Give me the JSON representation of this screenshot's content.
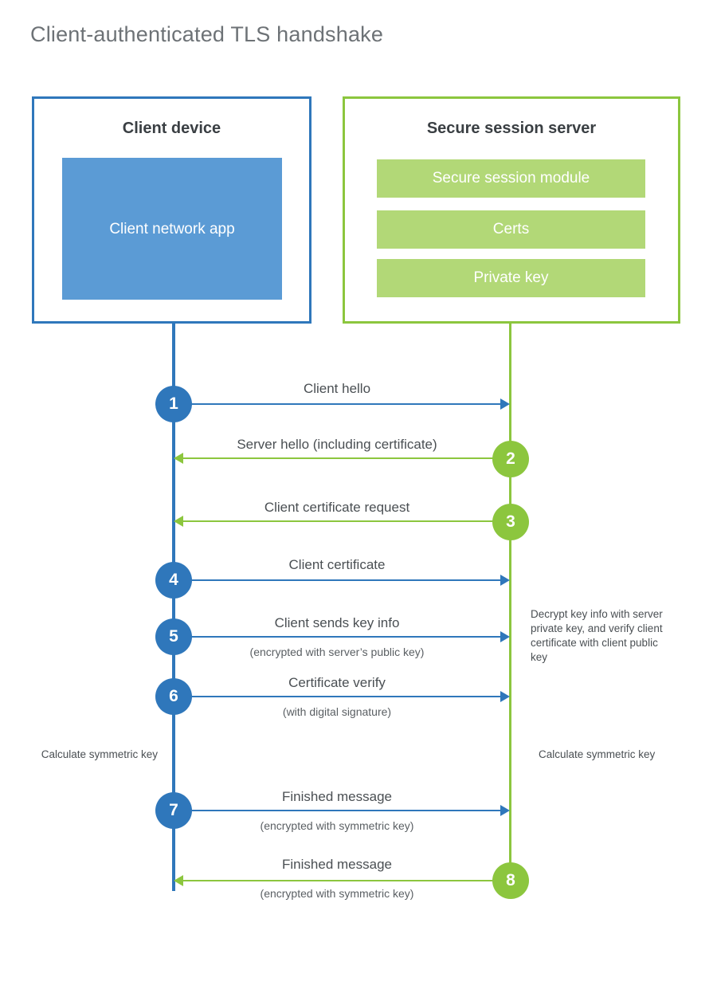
{
  "title": "Client-authenticated TLS handshake",
  "colors": {
    "client_blue": "#2f77bb",
    "client_app_fill": "#5b9bd5",
    "server_green": "#8cc63e",
    "server_bar_fill": "#b2d877",
    "title_text": "#6d7276",
    "body_text": "#4a4f53"
  },
  "client": {
    "title": "Client device",
    "app_label": "Client network app"
  },
  "server": {
    "title": "Secure session server",
    "modules": [
      {
        "label": "Secure session module"
      },
      {
        "label": "Certs"
      },
      {
        "label": "Private key"
      }
    ]
  },
  "notes": {
    "server_decrypt": "Decrypt key info with server private key, and verify client certificate with client public key",
    "client_calculate": "Calculate symmetric key",
    "server_calculate": "Calculate symmetric key"
  },
  "steps": [
    {
      "number": "1",
      "label": "Client hello",
      "sub": "",
      "direction": "client-to-server",
      "origin": "client"
    },
    {
      "number": "2",
      "label": "Server hello (including certificate)",
      "sub": "",
      "direction": "server-to-client",
      "origin": "server"
    },
    {
      "number": "3",
      "label": "Client certificate request",
      "sub": "",
      "direction": "server-to-client",
      "origin": "server"
    },
    {
      "number": "4",
      "label": "Client certificate",
      "sub": "",
      "direction": "client-to-server",
      "origin": "client"
    },
    {
      "number": "5",
      "label": "Client sends key info",
      "sub": "(encrypted with server’s public key)",
      "direction": "client-to-server",
      "origin": "client"
    },
    {
      "number": "6",
      "label": "Certificate verify",
      "sub": "(with digital signature)",
      "direction": "client-to-server",
      "origin": "client"
    },
    {
      "number": "7",
      "label": "Finished message",
      "sub": "(encrypted with symmetric key)",
      "direction": "client-to-server",
      "origin": "client"
    },
    {
      "number": "8",
      "label": "Finished message",
      "sub": "(encrypted with symmetric key)",
      "direction": "server-to-client",
      "origin": "server"
    }
  ]
}
